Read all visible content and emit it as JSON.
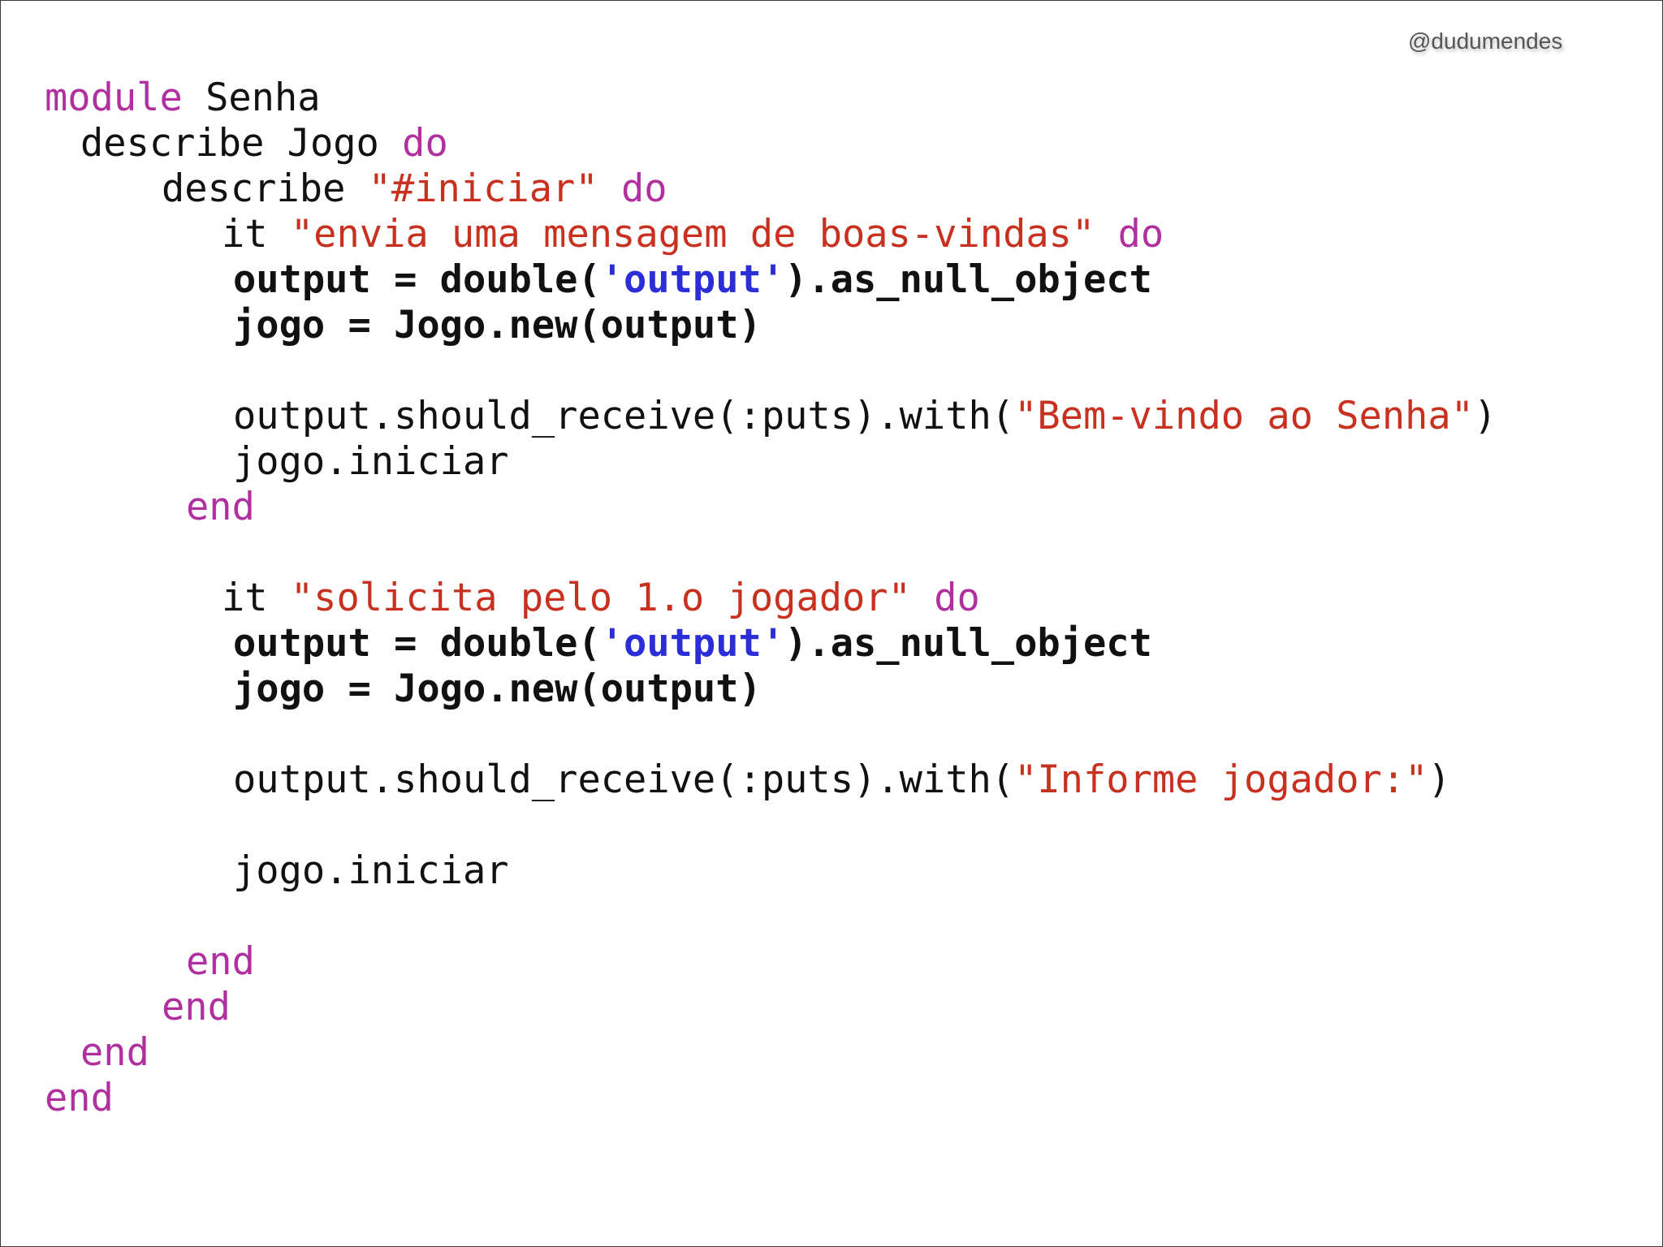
{
  "watermark": "@dudumendes",
  "colors": {
    "keyword": "#b0309f",
    "string": "#c8311f",
    "single_quoted_string": "#2b2dd6",
    "plain": "#111111"
  },
  "lines": [
    {
      "bold": false,
      "tokens": [
        {
          "t": "module",
          "c": "kw"
        },
        {
          "t": " Senha",
          "c": "plain"
        }
      ]
    },
    {
      "bold": false,
      "tokens": [
        {
          "t": "describe Jogo ",
          "c": "plain"
        },
        {
          "t": "do",
          "c": "kw"
        }
      ]
    },
    {
      "bold": false,
      "tokens": [
        {
          "t": "describe ",
          "c": "plain"
        },
        {
          "t": "\"#iniciar\"",
          "c": "str"
        },
        {
          "t": " ",
          "c": "plain"
        },
        {
          "t": "do",
          "c": "kw"
        }
      ]
    },
    {
      "bold": false,
      "tokens": [
        {
          "t": "it ",
          "c": "plain"
        },
        {
          "t": "\"envia uma mensagem de boas-vindas\"",
          "c": "str"
        },
        {
          "t": " ",
          "c": "plain"
        },
        {
          "t": "do",
          "c": "kw"
        }
      ]
    },
    {
      "bold": true,
      "tokens": [
        {
          "t": "output = double(",
          "c": "plain"
        },
        {
          "t": "'output'",
          "c": "sq"
        },
        {
          "t": ").as_null_object",
          "c": "plain"
        }
      ]
    },
    {
      "bold": true,
      "tokens": [
        {
          "t": "jogo = Jogo.new(output)",
          "c": "plain"
        }
      ]
    },
    {
      "bold": false,
      "tokens": [
        {
          "t": "output.should_receive(:puts).with(",
          "c": "plain"
        },
        {
          "t": "\"Bem-vindo ao Senha\"",
          "c": "str"
        },
        {
          "t": ")",
          "c": "plain"
        }
      ]
    },
    {
      "bold": false,
      "tokens": [
        {
          "t": "jogo.iniciar",
          "c": "plain"
        }
      ]
    },
    {
      "bold": false,
      "tokens": [
        {
          "t": "end",
          "c": "kw"
        }
      ]
    },
    {
      "bold": false,
      "tokens": [
        {
          "t": "it ",
          "c": "plain"
        },
        {
          "t": "\"solicita pelo 1.o jogador\"",
          "c": "str"
        },
        {
          "t": " ",
          "c": "plain"
        },
        {
          "t": "do",
          "c": "kw"
        }
      ]
    },
    {
      "bold": true,
      "tokens": [
        {
          "t": "output = double(",
          "c": "plain"
        },
        {
          "t": "'output'",
          "c": "sq"
        },
        {
          "t": ").as_null_object",
          "c": "plain"
        }
      ]
    },
    {
      "bold": true,
      "tokens": [
        {
          "t": "jogo = Jogo.new(output)",
          "c": "plain"
        }
      ]
    },
    {
      "bold": false,
      "tokens": [
        {
          "t": "output.should_receive(:puts).with(",
          "c": "plain"
        },
        {
          "t": "\"Informe jogador:\"",
          "c": "str"
        },
        {
          "t": ")",
          "c": "plain"
        }
      ]
    },
    {
      "bold": false,
      "tokens": [
        {
          "t": "jogo.iniciar",
          "c": "plain"
        }
      ]
    },
    {
      "bold": false,
      "tokens": [
        {
          "t": "end",
          "c": "kw"
        }
      ]
    },
    {
      "bold": false,
      "tokens": [
        {
          "t": "end",
          "c": "kw"
        }
      ]
    },
    {
      "bold": false,
      "tokens": [
        {
          "t": "end",
          "c": "kw"
        }
      ]
    },
    {
      "bold": false,
      "tokens": [
        {
          "t": "end",
          "c": "kw"
        }
      ]
    }
  ]
}
